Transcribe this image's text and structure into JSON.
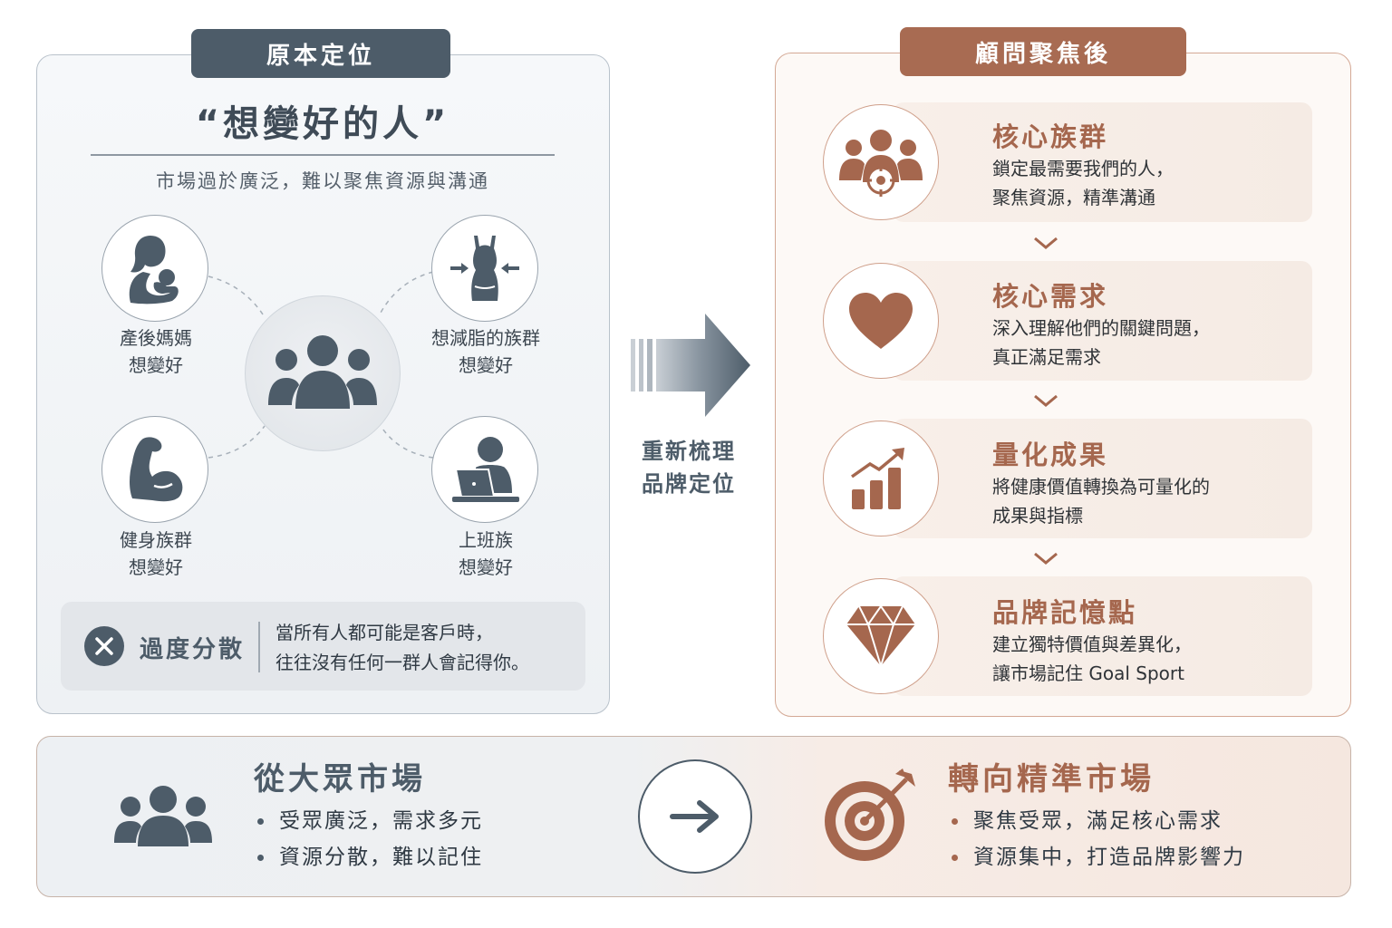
{
  "colors": {
    "slate": "#4d5c69",
    "copper": "#a86b52",
    "left_bg": "#eef1f4",
    "right_bg": "#fdf9f6"
  },
  "left": {
    "tab_label": "原本定位",
    "quote_title": "“想變好的人”",
    "subtitle": "市場過於廣泛，難以聚焦資源與溝通",
    "center_icon": "group-icon",
    "personas": [
      {
        "icon": "mother-baby-icon",
        "line1": "產後媽媽",
        "line2": "想變好"
      },
      {
        "icon": "waist-slim-icon",
        "line1": "想減脂的族群",
        "line2": "想變好"
      },
      {
        "icon": "flexed-arm-icon",
        "line1": "健身族群",
        "line2": "想變好"
      },
      {
        "icon": "office-worker-laptop-icon",
        "line1": "上班族",
        "line2": "想變好"
      }
    ],
    "dispersion": {
      "icon": "close-icon",
      "title": "過度分散",
      "line1": "當所有人都可能是客戶時，",
      "line2": "往往沒有任何一群人會記得你。"
    }
  },
  "middle": {
    "icon": "right-arrow-icon",
    "label_line1": "重新梳理",
    "label_line2": "品牌定位"
  },
  "right": {
    "tab_label": "顧問聚焦後",
    "steps": [
      {
        "icon": "target-group-icon",
        "title": "核心族群",
        "line1": "鎖定最需要我們的人，",
        "line2": "聚焦資源，精準溝通"
      },
      {
        "icon": "heart-icon",
        "title": "核心需求",
        "line1": "深入理解他們的關鍵問題，",
        "line2": "真正滿足需求"
      },
      {
        "icon": "growth-chart-icon",
        "title": "量化成果",
        "line1": "將健康價值轉換為可量化的",
        "line2": "成果與指標"
      },
      {
        "icon": "diamond-icon",
        "title": "品牌記憶點",
        "line1": "建立獨特價值與差異化，",
        "line2": "讓市場記住 Goal Sport"
      }
    ]
  },
  "bottom": {
    "left_title": "從大眾市場",
    "left_bullets": [
      "受眾廣泛，需求多元",
      "資源分散，難以記住"
    ],
    "right_title": "轉向精準市場",
    "right_bullets": [
      "聚焦受眾，滿足核心需求",
      "資源集中，打造品牌影響力"
    ]
  }
}
